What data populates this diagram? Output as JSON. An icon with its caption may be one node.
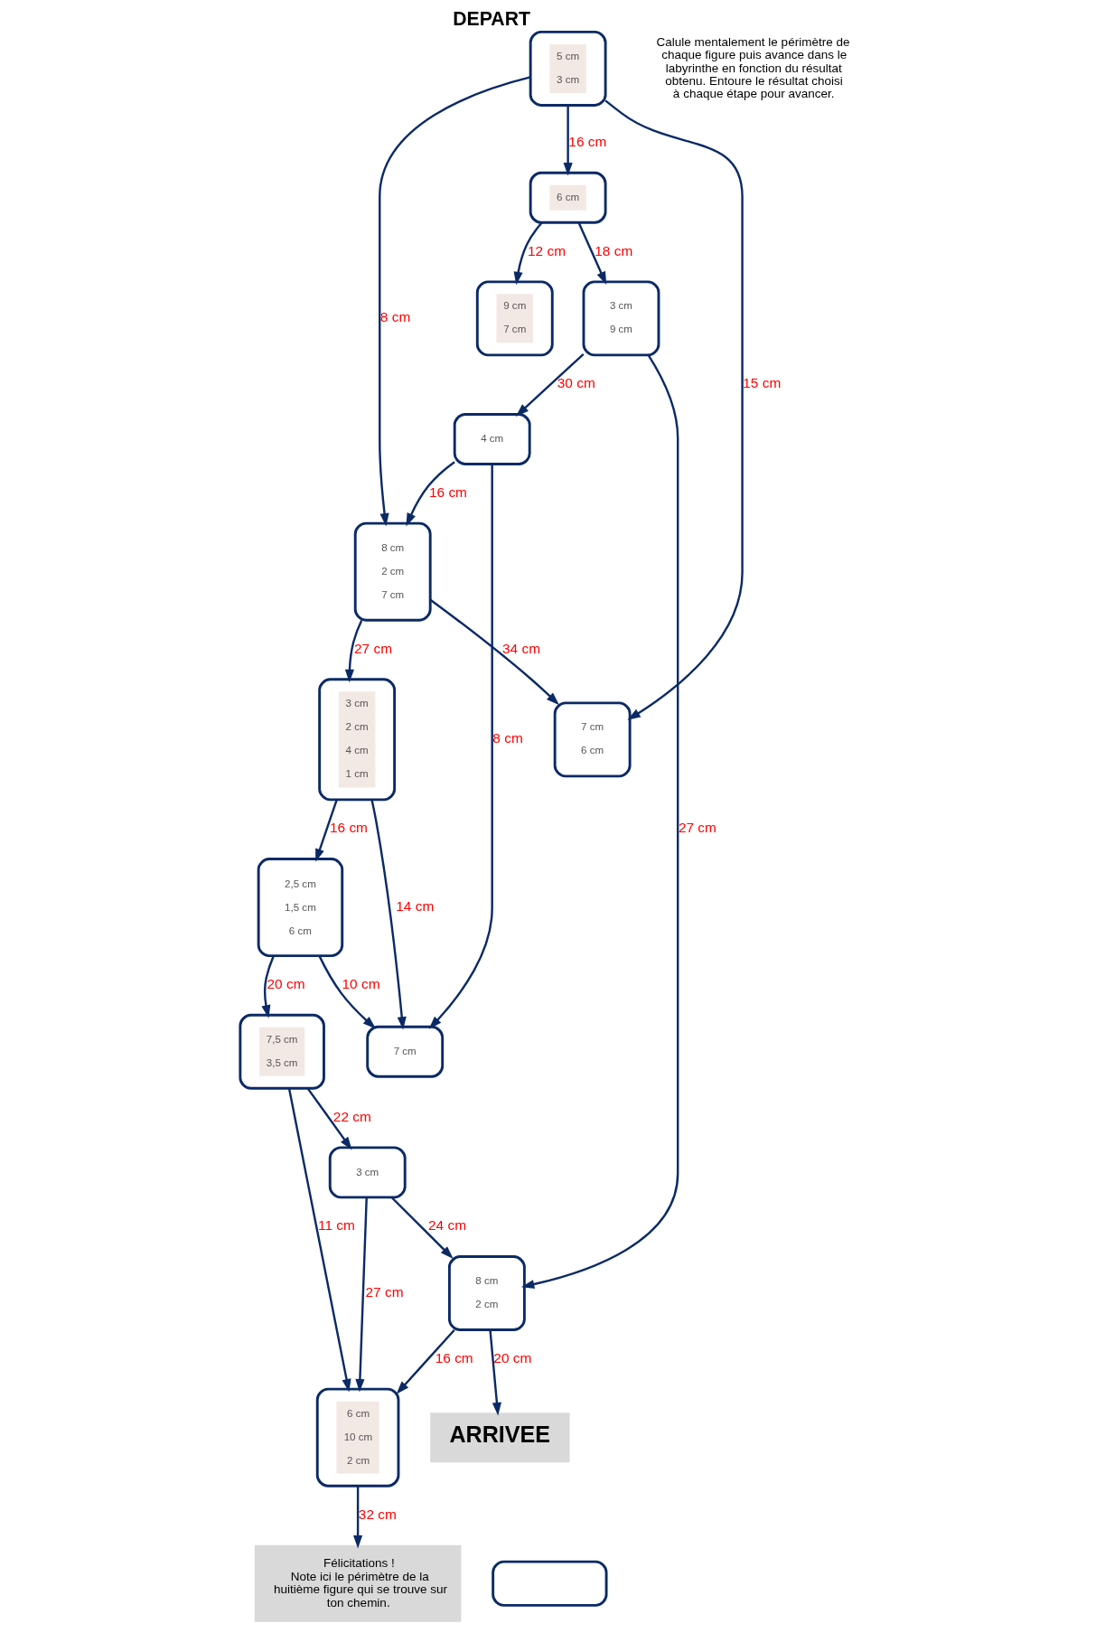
{
  "diagram": {
    "nodes": [
      {
        "text": [
          "5 cm",
          "3 cm"
        ],
        "beside": [
          "DEPART"
        ]
      },
      {
        "text": [
          "6 cm"
        ]
      },
      {
        "text": [
          "9 cm",
          "7 cm"
        ]
      },
      {
        "text": [
          "3 cm",
          "9 cm"
        ]
      },
      {
        "text": [
          "4 cm"
        ]
      },
      {
        "text": [
          "8 cm",
          "2 cm",
          "7 cm"
        ]
      },
      {
        "text": [
          "7 cm",
          "6 cm"
        ]
      },
      {
        "text": [
          "7 cm"
        ]
      },
      {
        "text": [
          "3 cm",
          "2 cm",
          "4 cm",
          "1 cm"
        ]
      },
      {
        "text": [
          "8 cm",
          "2 cm"
        ]
      },
      {
        "text": [
          "3 cm"
        ]
      },
      {
        "text": [
          "6 cm",
          "10 cm",
          "2 cm"
        ]
      },
      {
        "text": [
          "7,5 cm",
          "3,5 cm"
        ]
      },
      {
        "text": [
          "2,5 cm",
          "1,5 cm",
          "6 cm"
        ]
      },
      {
        "text": [
          "ARRIVEE"
        ]
      },
      {
        "text": [
          "Félicitations !",
          "Note ici le périmètre de la huitième figure qui se trouve sur ton chemin."
        ]
      },
      {
        "text": [],
        "shape": "box"
      }
    ],
    "edges": [
      {
        "from": 0,
        "to": 1,
        "arrow": "to",
        "label": "16 cm"
      },
      {
        "from": 1,
        "to": 2,
        "arrow": "to",
        "label": "12 cm"
      },
      {
        "from": 1,
        "to": 3,
        "arrow": "to",
        "label": "18 cm"
      },
      {
        "from": 3,
        "to": 4,
        "arrow": "to",
        "label": "30 cm"
      },
      {
        "from": 3,
        "to": 9,
        "arrow": "to",
        "label": "27 cm"
      },
      {
        "from": 9,
        "to": 14,
        "arrow": "to",
        "label": "20 cm"
      },
      {
        "from": 9,
        "to": 11,
        "arrow": "to",
        "label": "16 cm"
      },
      {
        "from": 11,
        "to": 15,
        "arrow": "to",
        "label": "32 cm"
      },
      {
        "from": 0,
        "to": 5,
        "arrow": "to",
        "label": "8 cm"
      },
      {
        "from": 0,
        "to": 6,
        "arrow": "to",
        "label": "15 cm"
      },
      {
        "from": 4,
        "to": 5,
        "arrow": "to",
        "label": "16 cm"
      },
      {
        "from": 4,
        "to": 7,
        "arrow": "to",
        "label": "8 cm"
      },
      {
        "from": 5,
        "to": 6,
        "arrow": "to",
        "label": "34 cm"
      },
      {
        "from": 5,
        "to": 8,
        "arrow": "to",
        "label": "27 cm"
      },
      {
        "from": 8,
        "to": 7,
        "arrow": "to",
        "label": "14 cm"
      },
      {
        "from": 8,
        "to": 13,
        "arrow": "to",
        "label": "16 cm"
      },
      {
        "from": 13,
        "to": 7,
        "arrow": "to",
        "label": "10 cm"
      },
      {
        "from": 13,
        "to": 12,
        "arrow": "to",
        "label": "20 cm"
      },
      {
        "from": 12,
        "to": 10,
        "arrow": "to",
        "label": "22 cm"
      },
      {
        "from": 12,
        "to": 11,
        "arrow": "to",
        "label": "11 cm"
      },
      {
        "from": 10,
        "to": 9,
        "arrow": "to",
        "label": "24 cm"
      },
      {
        "from": 10,
        "to": 11,
        "arrow": "to",
        "label": "27 cm"
      }
    ],
    "labels": [
      "Calule mentalement le périmètre de chaque figure puis avance dans le labyrinthe en fonction du résultat obtenu. Entoure le résultat choisi à chaque étape pour avancer."
    ]
  }
}
